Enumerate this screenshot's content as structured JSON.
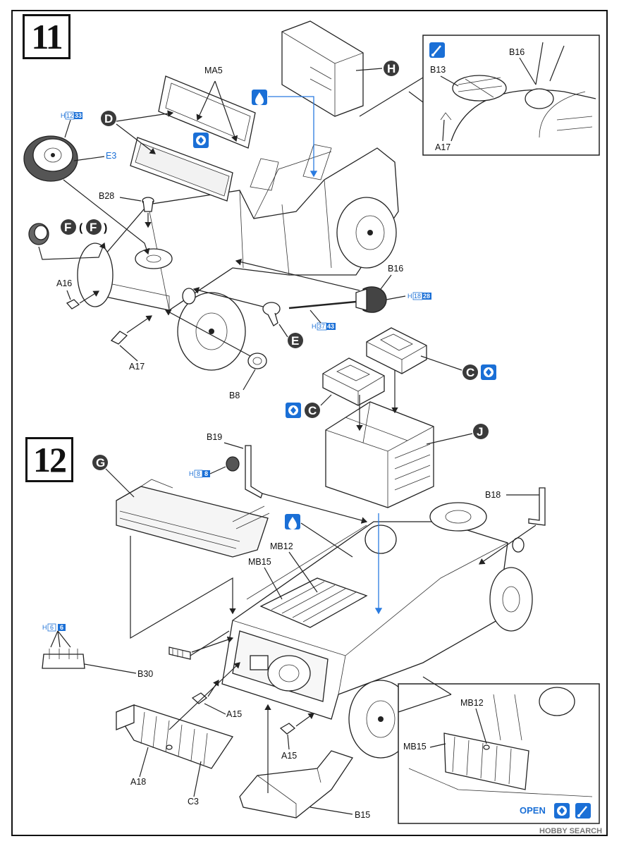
{
  "steps": [
    {
      "number": "11"
    },
    {
      "number": "12"
    }
  ],
  "step11": {
    "part_labels": {
      "ma5": "MA5",
      "e3": "E3",
      "b28": "B28",
      "a16": "A16",
      "a17": "A17",
      "b8": "B8",
      "b16": "B16",
      "b13": "B13",
      "b16_detail": "B16",
      "a17_detail": "A17"
    },
    "sprue_letters": {
      "d": "D",
      "h": "H",
      "f": "F",
      "f_paren": "F",
      "e": "E",
      "c_right": "C",
      "c_left": "C",
      "j": "J"
    },
    "refs": [
      {
        "prefix": "H",
        "a": "12",
        "b": "33"
      },
      {
        "prefix": "H",
        "a": "18",
        "b": "28"
      },
      {
        "prefix": "H",
        "a": "37",
        "b": "43"
      }
    ]
  },
  "step12": {
    "part_labels": {
      "b19": "B19",
      "b18": "B18",
      "mb12": "MB12",
      "mb15": "MB15",
      "b30": "B30",
      "a15_a": "A15",
      "a15_b": "A15",
      "a18": "A18",
      "c3": "C3",
      "b15": "B15",
      "mb12_detail": "MB12",
      "mb15_detail": "MB15"
    },
    "sprue_letters": {
      "g": "G"
    },
    "refs": [
      {
        "prefix": "H",
        "a": "8",
        "b": "8"
      },
      {
        "prefix": "H",
        "a": "6",
        "b": "6"
      }
    ],
    "open_label": "OPEN"
  },
  "watermark": "HOBBY SEARCH",
  "colors": {
    "accent_blue": "#1a6fd6",
    "sprue_circle": "#3a3a3a",
    "line": "#222222"
  },
  "icons": [
    "paint-drop-icon",
    "glue-icon",
    "detail-paint-icon"
  ]
}
